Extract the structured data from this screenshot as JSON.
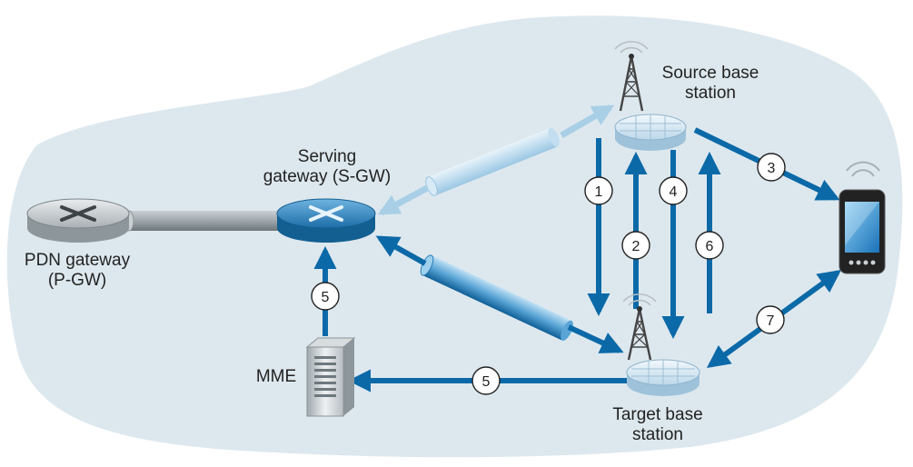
{
  "nodes": {
    "pgw": {
      "line1": "PDN gateway",
      "line2": "(P-GW)"
    },
    "sgw": {
      "line1": "Serving",
      "line2": "gateway (S-GW)"
    },
    "source": {
      "line1": "Source base",
      "line2": "station"
    },
    "target": {
      "line1": "Target base",
      "line2": "station"
    },
    "mme": {
      "line1": "MME"
    }
  },
  "steps": [
    "1",
    "2",
    "3",
    "4",
    "5",
    "5",
    "6",
    "7"
  ],
  "colors": {
    "cloud": "#dde8ee",
    "arrow": "#0b69a8",
    "tunnel": "#8fc4e6",
    "wire": "#9aa3a8"
  },
  "icons": {
    "pgw": "router-icon",
    "sgw": "router-icon",
    "mme": "server-icon",
    "tower": "cell-tower-icon",
    "phone": "smartphone-icon"
  }
}
